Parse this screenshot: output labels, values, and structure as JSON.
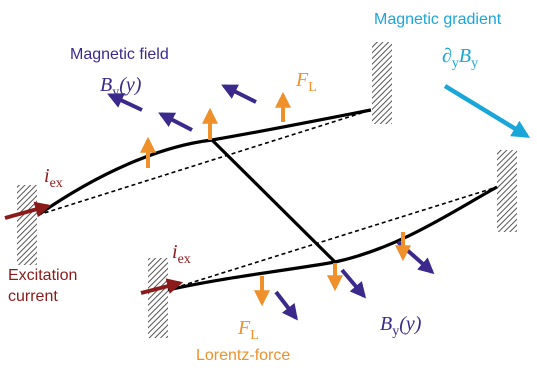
{
  "labels": {
    "magnetic_field": "Magnetic field",
    "field_symbol": "B",
    "field_subscript": "y",
    "field_arg": "(y)",
    "magnetic_gradient": "Magnetic gradient",
    "gradient_partial": "∂",
    "gradient_sub1": "y",
    "gradient_B": "B",
    "gradient_sub2": "y",
    "force_symbol": "F",
    "force_subscript": "L",
    "current_symbol": "i",
    "current_subscript": "ex",
    "excitation_line1": "Excitation",
    "excitation_line2": "current",
    "lorentz_force": "Lorentz-force"
  },
  "colors": {
    "field_arrow": "#3b2a8c",
    "field_text": "#3b2a8c",
    "gradient": "#1aa6d9",
    "force": "#f0902a",
    "current": "#8b1a1a",
    "beam": "#000000",
    "hatch": "#555555"
  }
}
